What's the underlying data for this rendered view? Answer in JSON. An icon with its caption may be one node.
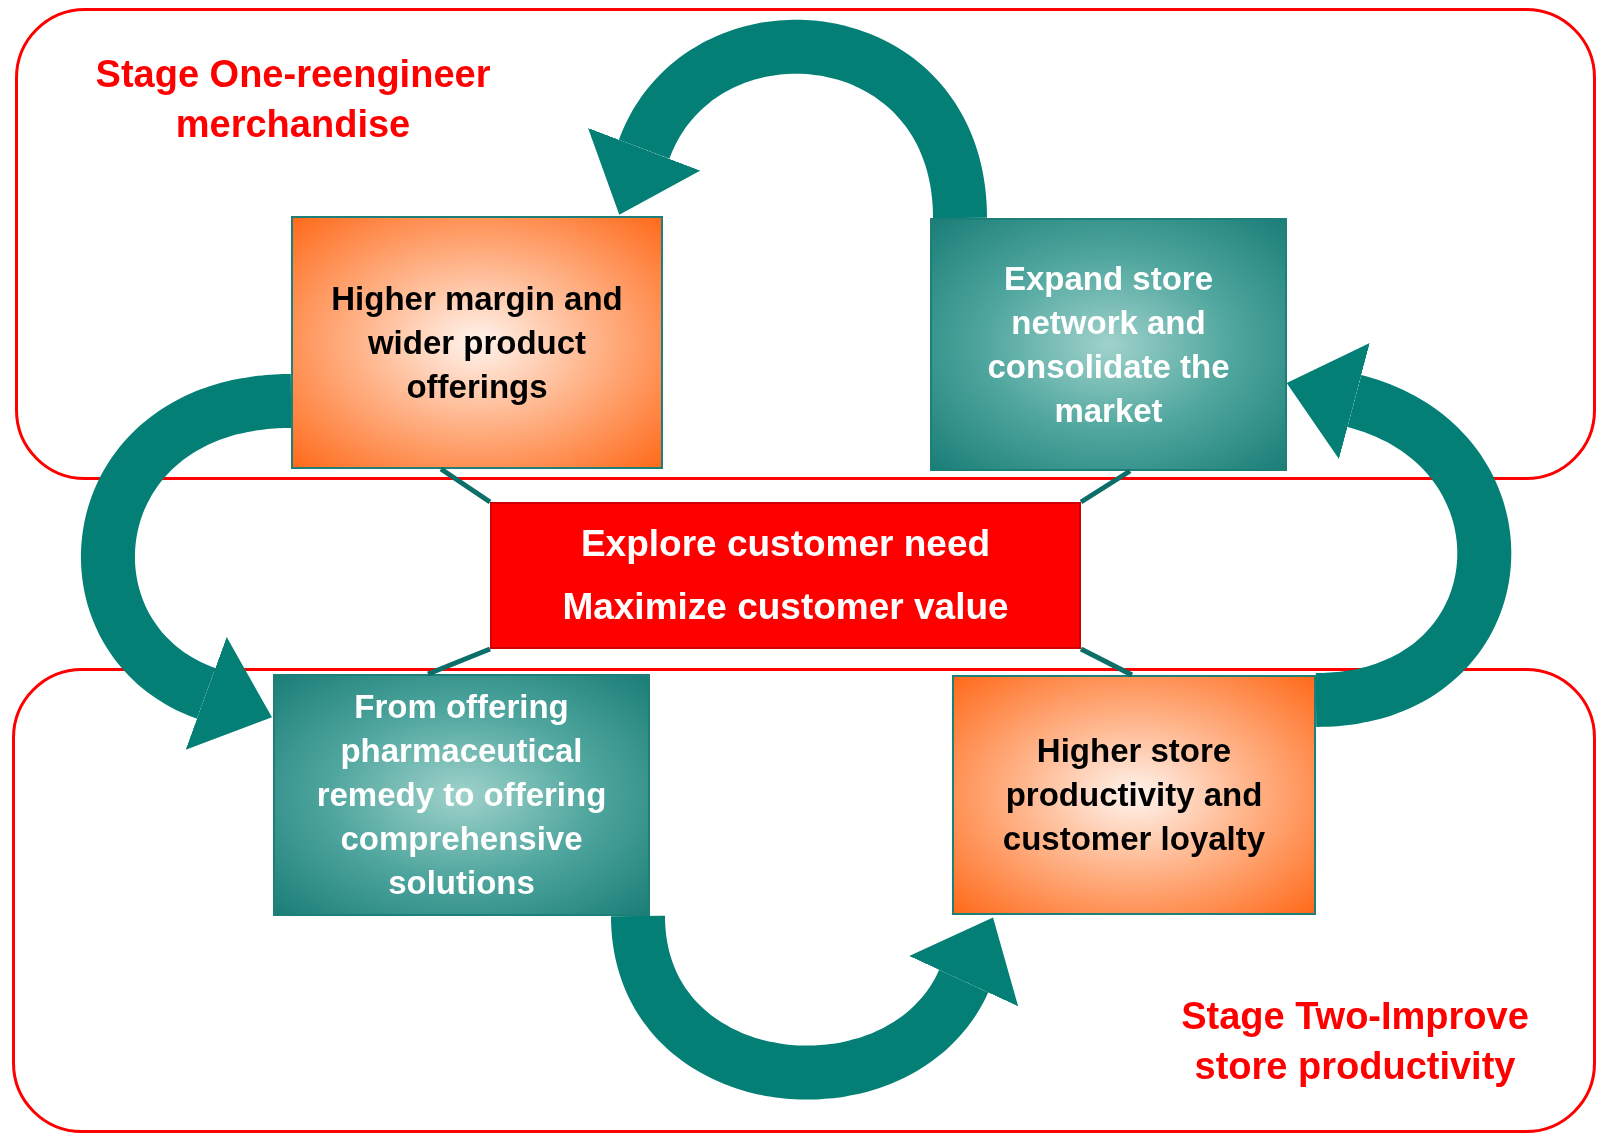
{
  "diagram": {
    "nodes": [
      {
        "text": [
          "Stage One-reengineer merchandise"
        ]
      },
      {
        "text": [
          "Higher margin and wider product offerings"
        ],
        "in": 0
      },
      {
        "text": [
          "Expand store network and consolidate the market"
        ],
        "in": 0
      },
      {
        "text": [
          "Explore customer need",
          "Maximize customer value"
        ]
      },
      {
        "text": [
          "Stage Two-Improve store productivity"
        ]
      },
      {
        "text": [
          "From offering pharmaceutical remedy to offering comprehensive solutions"
        ],
        "in": 4
      },
      {
        "text": [
          "Higher store productivity and customer loyalty"
        ],
        "in": 4
      }
    ],
    "edges": [
      {
        "from": 2,
        "to": 1,
        "arrow": "to",
        "style": "thick"
      },
      {
        "from": 1,
        "to": 5,
        "arrow": "to",
        "style": "thick"
      },
      {
        "from": 5,
        "to": 6,
        "arrow": "to",
        "style": "thick"
      },
      {
        "from": 6,
        "to": 2,
        "arrow": "to",
        "style": "thick"
      },
      {
        "from": 3,
        "to": 1,
        "arrow": "none"
      },
      {
        "from": 3,
        "to": 2,
        "arrow": "none"
      },
      {
        "from": 3,
        "to": 5,
        "arrow": "none"
      },
      {
        "from": 3,
        "to": 6,
        "arrow": "none"
      }
    ]
  }
}
